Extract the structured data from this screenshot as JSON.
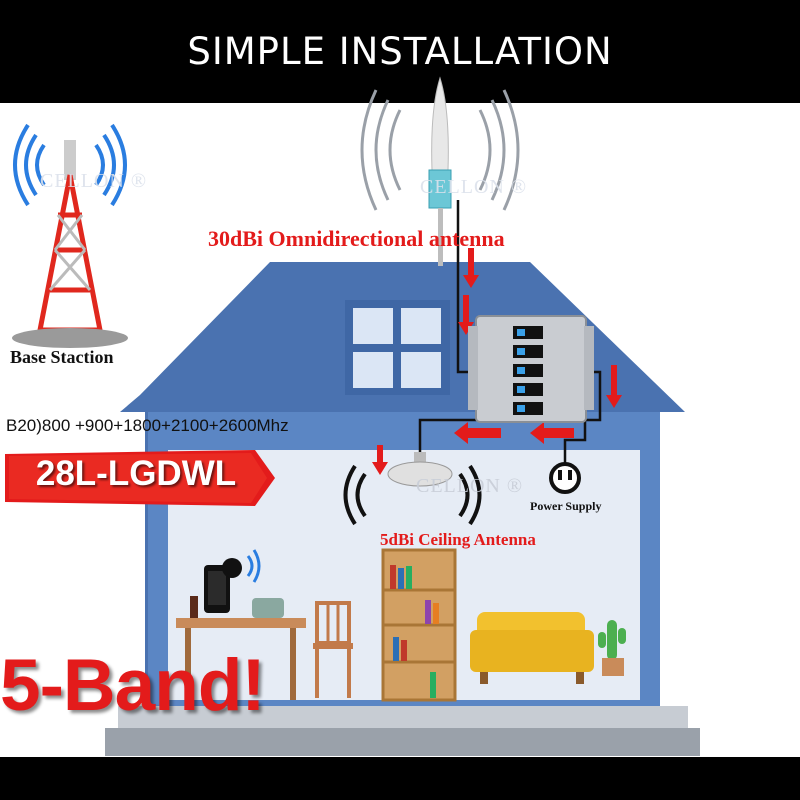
{
  "header": {
    "title": "SIMPLE INSTALLATION"
  },
  "labels": {
    "omni_antenna": "30dBi Omnidirectional antenna",
    "base_station": "Base Staction",
    "frequencies": "B20)800 +900+1800+2100+2600Mhz",
    "model": "28L-LGDWL",
    "ceiling_antenna": "5dBi Ceiling Antenna",
    "power_supply": "Power Supply",
    "band": "5-Band!"
  },
  "watermark": "CELLON ®",
  "colors": {
    "accent_red": "#e31b1b",
    "house_blue": "#5b86c4",
    "roof_blue": "#4a72b0",
    "wall_light": "#e6ecf5",
    "header_bg": "#000000"
  }
}
